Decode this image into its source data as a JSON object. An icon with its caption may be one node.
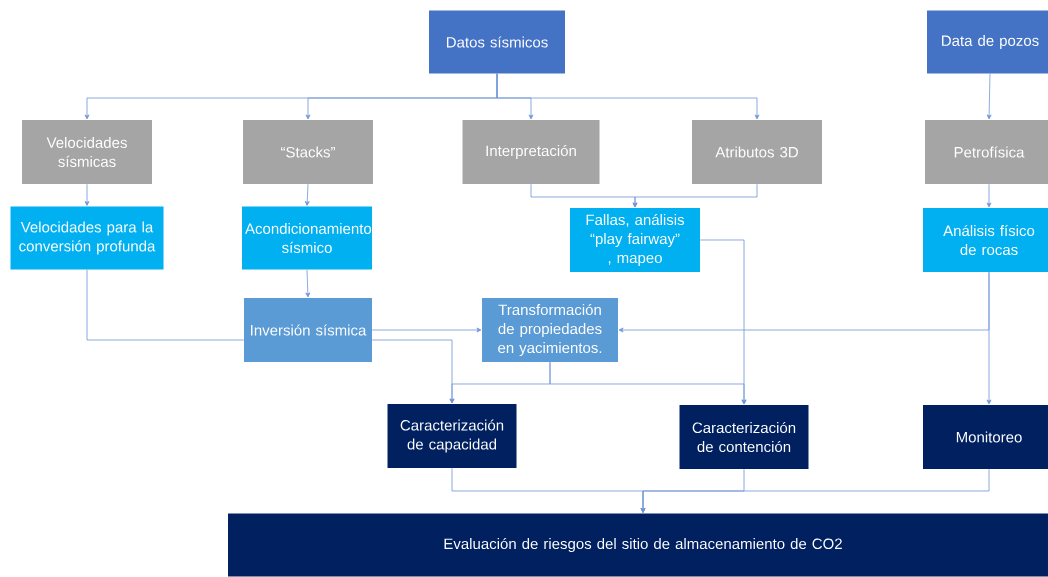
{
  "diagram": {
    "nodes": [
      {
        "text": [
          "Datos sísmicos"
        ]
      },
      {
        "text": [
          "Data de pozos"
        ]
      },
      {
        "text": [
          "Velocidades sísmicas"
        ]
      },
      {
        "text": [
          "“Stacks”"
        ]
      },
      {
        "text": [
          "Interpretación"
        ]
      },
      {
        "text": [
          "Atributos 3D"
        ]
      },
      {
        "text": [
          "Petrofísica"
        ]
      },
      {
        "text": [
          "Velocidades para la conversión profunda"
        ]
      },
      {
        "text": [
          "Acondicionamiento sísmico"
        ]
      },
      {
        "text": [
          "Fallas, análisis “play fairway” , mapeo"
        ]
      },
      {
        "text": [
          "Análisis físico de rocas"
        ]
      },
      {
        "text": [
          "Inversión sísmica"
        ]
      },
      {
        "text": [
          "Transformación de propiedades en yacimientos."
        ]
      },
      {
        "text": [
          "Caracterización de capacidad"
        ]
      },
      {
        "text": [
          "Caracterización de contención"
        ]
      },
      {
        "text": [
          "Monitoreo"
        ]
      },
      {
        "text": [
          "Evaluación de riesgos del sitio de almacenamiento de CO2"
        ]
      }
    ],
    "edges": [
      {
        "from": 0,
        "to": 2,
        "arrow": "to"
      },
      {
        "from": 0,
        "to": 3,
        "arrow": "to"
      },
      {
        "from": 0,
        "to": 4,
        "arrow": "to"
      },
      {
        "from": 0,
        "to": 5,
        "arrow": "to"
      },
      {
        "from": 1,
        "to": 6,
        "arrow": "to"
      },
      {
        "from": 2,
        "to": 7,
        "arrow": "to"
      },
      {
        "from": 3,
        "to": 8,
        "arrow": "to"
      },
      {
        "from": 4,
        "to": 9,
        "arrow": "to"
      },
      {
        "from": 5,
        "to": 9,
        "arrow": "to"
      },
      {
        "from": 6,
        "to": 10,
        "arrow": "to"
      },
      {
        "from": 8,
        "to": 11,
        "arrow": "to"
      },
      {
        "from": 7,
        "to": 11,
        "arrow": "none"
      },
      {
        "from": 11,
        "to": 12,
        "arrow": "to"
      },
      {
        "from": 11,
        "to": 13,
        "arrow": "to"
      },
      {
        "from": 9,
        "to": 14,
        "arrow": "to"
      },
      {
        "from": 10,
        "to": 12,
        "arrow": "to"
      },
      {
        "from": 10,
        "to": 15,
        "arrow": "to"
      },
      {
        "from": 12,
        "to": 13,
        "arrow": "to"
      },
      {
        "from": 12,
        "to": 14,
        "arrow": "to"
      },
      {
        "from": 13,
        "to": 16,
        "arrow": "to"
      },
      {
        "from": 14,
        "to": 16,
        "arrow": "to"
      },
      {
        "from": 15,
        "to": 16,
        "arrow": "to"
      }
    ]
  }
}
